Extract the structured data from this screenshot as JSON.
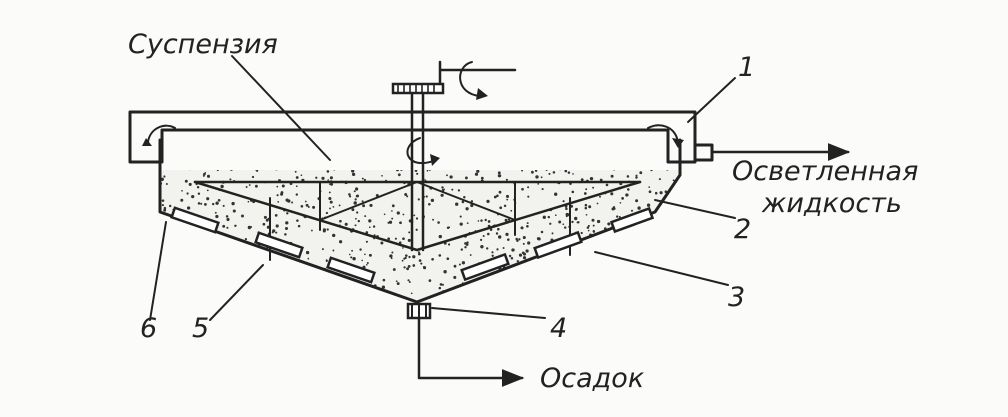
{
  "labels": {
    "suspension": "Суспензия",
    "clarified_line1": "Осветленная",
    "clarified_line2": "жидкость",
    "sediment": "Осадок",
    "callouts": [
      "1",
      "2",
      "3",
      "4",
      "5",
      "6"
    ]
  },
  "colors": {
    "ink": "#222222",
    "paper": "#fbfbf9",
    "fill": "#f2f2ee"
  }
}
